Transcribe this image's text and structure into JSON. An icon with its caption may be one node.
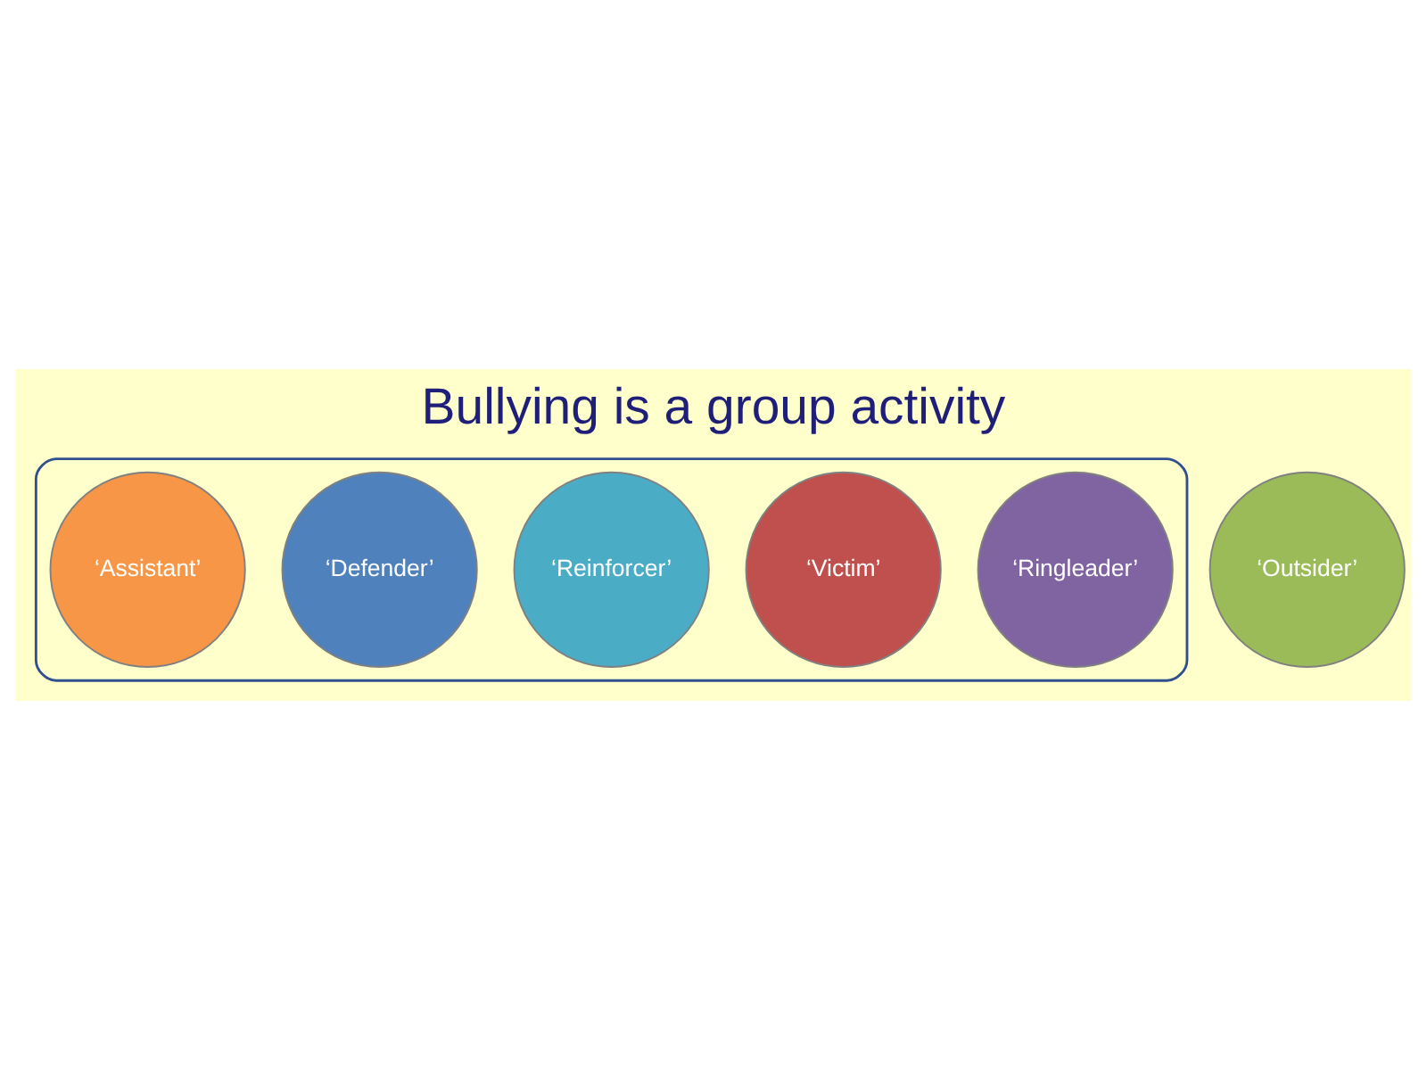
{
  "diagram": {
    "title": "Bullying is a group activity",
    "nodes": [
      {
        "text": [],
        "shape": "ellipse"
      },
      {
        "text": [
          "‘Ringleader’"
        ],
        "in": 0
      },
      {
        "text": [
          "‘Victim’"
        ],
        "in": 0
      },
      {
        "text": [
          "‘Reinforcer’"
        ],
        "in": 0
      },
      {
        "text": [
          "‘Outsider’"
        ]
      },
      {
        "text": [
          "‘Defender’"
        ],
        "in": 0
      },
      {
        "text": [
          "‘Assistant’"
        ],
        "in": 0
      }
    ],
    "edges": []
  }
}
